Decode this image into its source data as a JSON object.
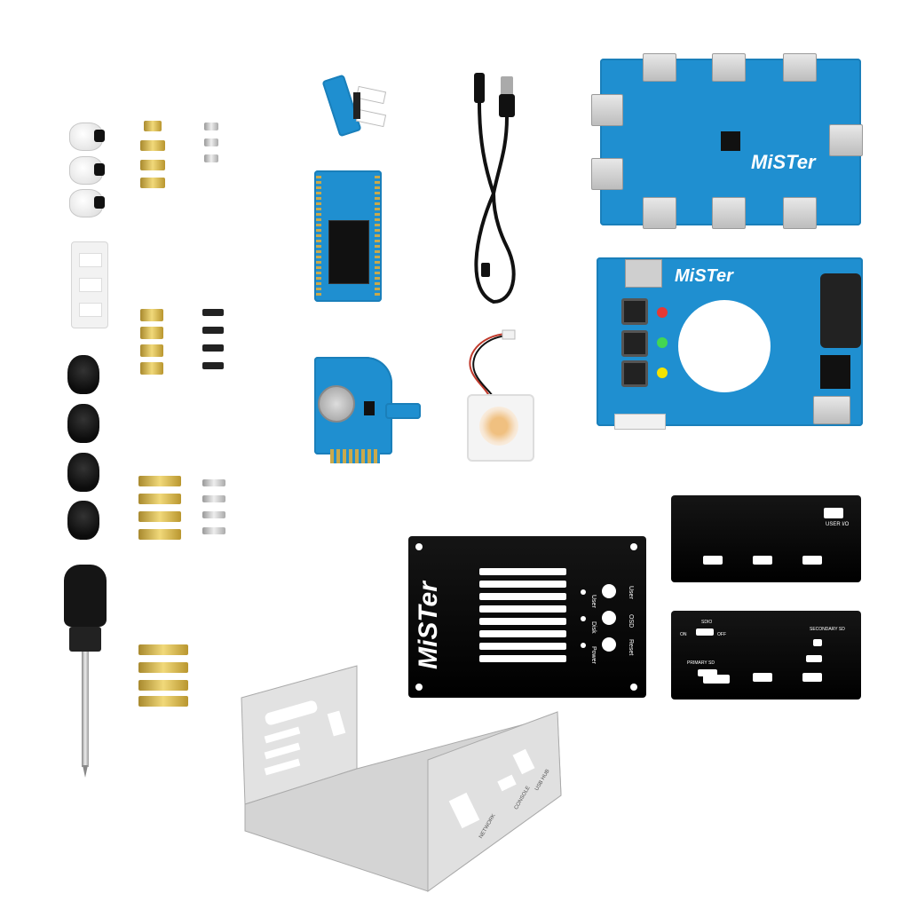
{
  "hub_board": {
    "logo": "MiSTer"
  },
  "io_board": {
    "logo": "MiSTer"
  },
  "front_panel": {
    "logo": "MiSTer",
    "labels": [
      "User",
      "Disk",
      "Power",
      "User",
      "OSD",
      "Reset"
    ]
  },
  "back_panel_top": {
    "label": "USER I/O"
  },
  "back_panel_bottom": {
    "labels": [
      "SDIO",
      "ON",
      "OFF",
      "SECONDARY SD",
      "PRIMARY SD"
    ]
  },
  "case_labels": [
    "NETWORK",
    "CONSOLE",
    "USB HUB"
  ],
  "colors": {
    "pcb": "#1f8fd0",
    "panel": "#000000",
    "brass": "#d4b24c",
    "case": "#d8d8d8"
  }
}
